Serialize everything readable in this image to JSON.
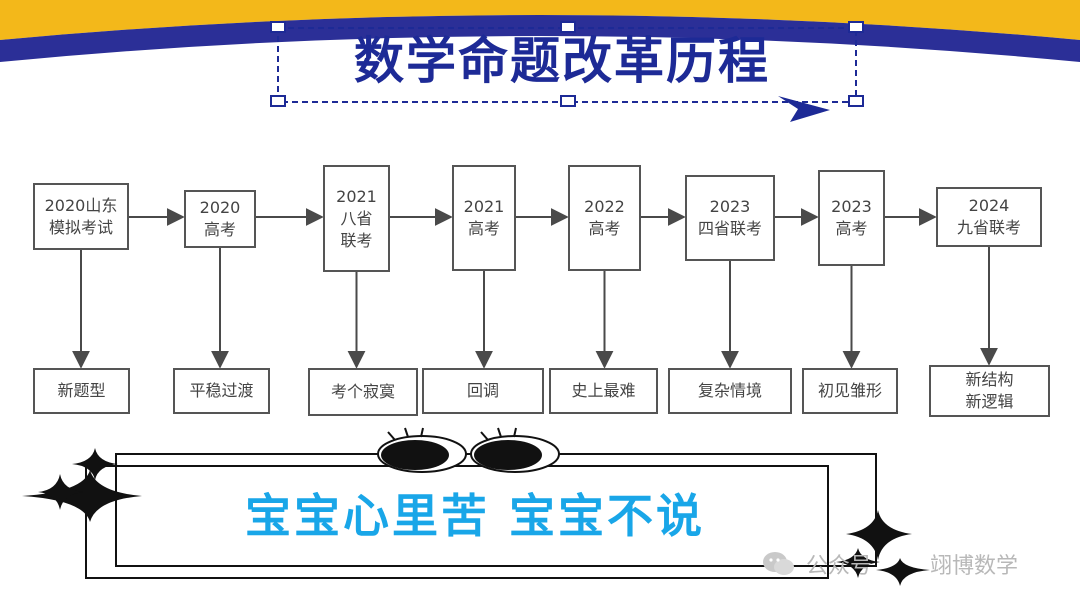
{
  "title": "数学命题改革历程",
  "timeline": [
    {
      "lines": [
        "2020山东",
        "模拟考试"
      ],
      "outcome": [
        "新题型"
      ]
    },
    {
      "lines": [
        "2020",
        "高考"
      ],
      "outcome": [
        "平稳过渡"
      ]
    },
    {
      "lines": [
        "2021",
        "八省",
        "联考"
      ],
      "outcome": [
        "考个寂寞"
      ]
    },
    {
      "lines": [
        "2021",
        "高考"
      ],
      "outcome": [
        "回调"
      ]
    },
    {
      "lines": [
        "2022",
        "高考"
      ],
      "outcome": [
        "史上最难"
      ]
    },
    {
      "lines": [
        "2023",
        "四省联考"
      ],
      "outcome": [
        "复杂情境"
      ]
    },
    {
      "lines": [
        "2023",
        "高考"
      ],
      "outcome": [
        "初见雏形"
      ]
    },
    {
      "lines": [
        "2024",
        "九省联考"
      ],
      "outcome": [
        "新结构",
        "新逻辑"
      ]
    }
  ],
  "slogan": "宝宝心里苦 宝宝不说",
  "watermark": {
    "prefix": "公众号",
    "name": "翊博数学"
  },
  "colors": {
    "title": "#1d2a96",
    "banner_gold": "#f3b81a",
    "banner_navy": "#2b2f97",
    "slogan": "#19a6e8",
    "box_border": "#555555",
    "arrow": "#4a4a4a",
    "sparkle": "#1a1a1a"
  },
  "icons": [
    "wechat-icon",
    "sparkle-icon",
    "eye-icon",
    "pointer-arrow-icon"
  ]
}
